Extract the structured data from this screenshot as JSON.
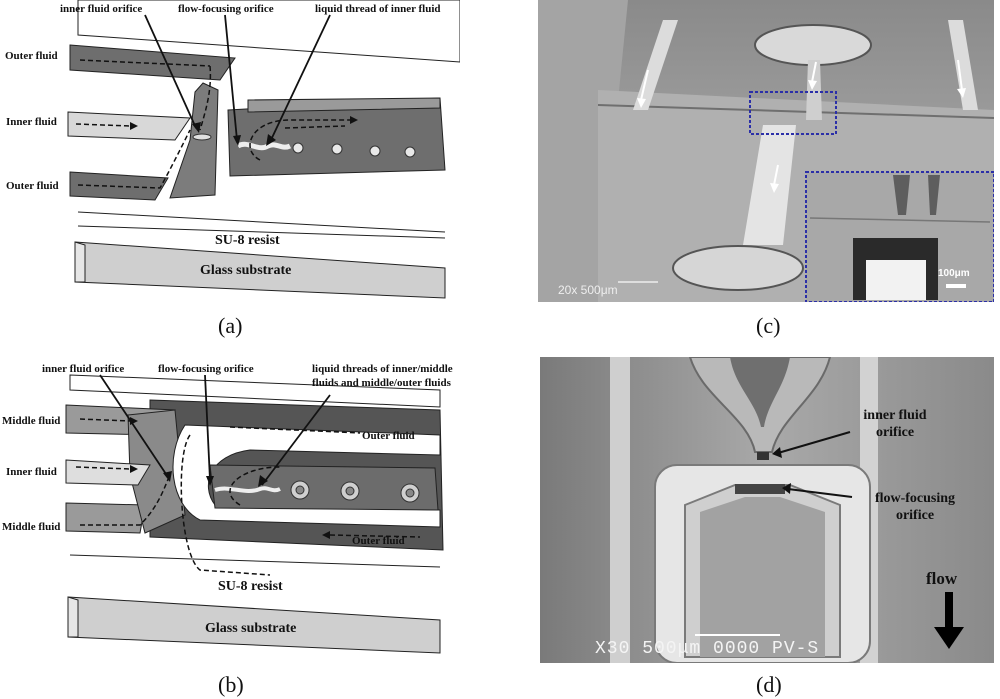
{
  "panel_a": {
    "callouts": [
      "inner fluid orifice",
      "flow-focusing orifice",
      "liquid thread of inner fluid"
    ],
    "inlets": [
      "Outer fluid",
      "Inner fluid",
      "Outer fluid"
    ],
    "layers": [
      "SU-8 resist",
      "Glass substrate"
    ],
    "caption": "(a)"
  },
  "panel_b": {
    "callouts": [
      "inner fluid orifice",
      "flow-focusing orifice",
      "liquid threads of inner/middle",
      "fluids and middle/outer fluids"
    ],
    "inlets": [
      "Middle fluid",
      "Inner fluid",
      "Middle fluid"
    ],
    "channel_labels": [
      "Outer fluid",
      "Outer fluid"
    ],
    "layers": [
      "SU-8 resist",
      "Glass substrate"
    ],
    "caption": "(b)"
  },
  "panel_c": {
    "scale_main": "20x   500μm",
    "scale_inset": "100μm",
    "caption": "(c)"
  },
  "panel_d": {
    "labels": [
      "inner fluid",
      "orifice",
      "flow-focusing",
      "orifice"
    ],
    "flow_label": "flow",
    "scale_bar": "X30  500μm  0000  PV-S",
    "caption": "(d)"
  }
}
